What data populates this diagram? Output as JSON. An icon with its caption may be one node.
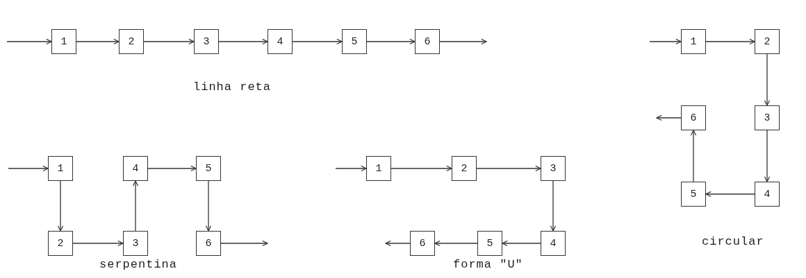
{
  "diagram": {
    "nodes": [
      {
        "text": [
          "1"
        ]
      },
      {
        "text": [
          "2"
        ]
      },
      {
        "text": [
          "3"
        ]
      },
      {
        "text": [
          "4"
        ]
      },
      {
        "text": [
          "5"
        ]
      },
      {
        "text": [
          "6"
        ]
      },
      {
        "text": [
          "1"
        ]
      },
      {
        "text": [
          "2"
        ]
      },
      {
        "text": [
          "3"
        ]
      },
      {
        "text": [
          "4"
        ]
      },
      {
        "text": [
          "5"
        ]
      },
      {
        "text": [
          "6"
        ]
      },
      {
        "text": [
          "1"
        ]
      },
      {
        "text": [
          "2"
        ]
      },
      {
        "text": [
          "3"
        ]
      },
      {
        "text": [
          "4"
        ]
      },
      {
        "text": [
          "5"
        ]
      },
      {
        "text": [
          "6"
        ]
      },
      {
        "text": [
          "1"
        ]
      },
      {
        "text": [
          "2"
        ]
      },
      {
        "text": [
          "3"
        ]
      },
      {
        "text": [
          "4"
        ]
      },
      {
        "text": [
          "5"
        ]
      },
      {
        "text": [
          "6"
        ]
      }
    ],
    "edges": [
      {
        "from": null,
        "to": 0,
        "arrow": "to"
      },
      {
        "from": 0,
        "to": 1,
        "arrow": "to"
      },
      {
        "from": 1,
        "to": 2,
        "arrow": "to"
      },
      {
        "from": 2,
        "to": 3,
        "arrow": "to"
      },
      {
        "from": 3,
        "to": 4,
        "arrow": "to"
      },
      {
        "from": 4,
        "to": 5,
        "arrow": "to"
      },
      {
        "from": 5,
        "to": null,
        "arrow": "to"
      },
      {
        "from": null,
        "to": 6,
        "arrow": "to"
      },
      {
        "from": 6,
        "to": 7,
        "arrow": "to"
      },
      {
        "from": 7,
        "to": 8,
        "arrow": "to"
      },
      {
        "from": 8,
        "to": 9,
        "arrow": "to"
      },
      {
        "from": 9,
        "to": 10,
        "arrow": "to"
      },
      {
        "from": 10,
        "to": 11,
        "arrow": "to"
      },
      {
        "from": 11,
        "to": null,
        "arrow": "to"
      },
      {
        "from": null,
        "to": 12,
        "arrow": "to"
      },
      {
        "from": 12,
        "to": 13,
        "arrow": "to"
      },
      {
        "from": 13,
        "to": 14,
        "arrow": "to"
      },
      {
        "from": 14,
        "to": 15,
        "arrow": "to"
      },
      {
        "from": 15,
        "to": 16,
        "arrow": "to"
      },
      {
        "from": 16,
        "to": 17,
        "arrow": "to"
      },
      {
        "from": 17,
        "to": null,
        "arrow": "to"
      },
      {
        "from": null,
        "to": 18,
        "arrow": "to"
      },
      {
        "from": 18,
        "to": 19,
        "arrow": "to"
      },
      {
        "from": 19,
        "to": 20,
        "arrow": "to"
      },
      {
        "from": 20,
        "to": 21,
        "arrow": "to"
      },
      {
        "from": 21,
        "to": 22,
        "arrow": "to"
      },
      {
        "from": 22,
        "to": 23,
        "arrow": "to"
      },
      {
        "from": 23,
        "to": null,
        "arrow": "to"
      }
    ],
    "labels": [
      "linha reta",
      "circular",
      "serpentina",
      "forma \"U\""
    ]
  }
}
